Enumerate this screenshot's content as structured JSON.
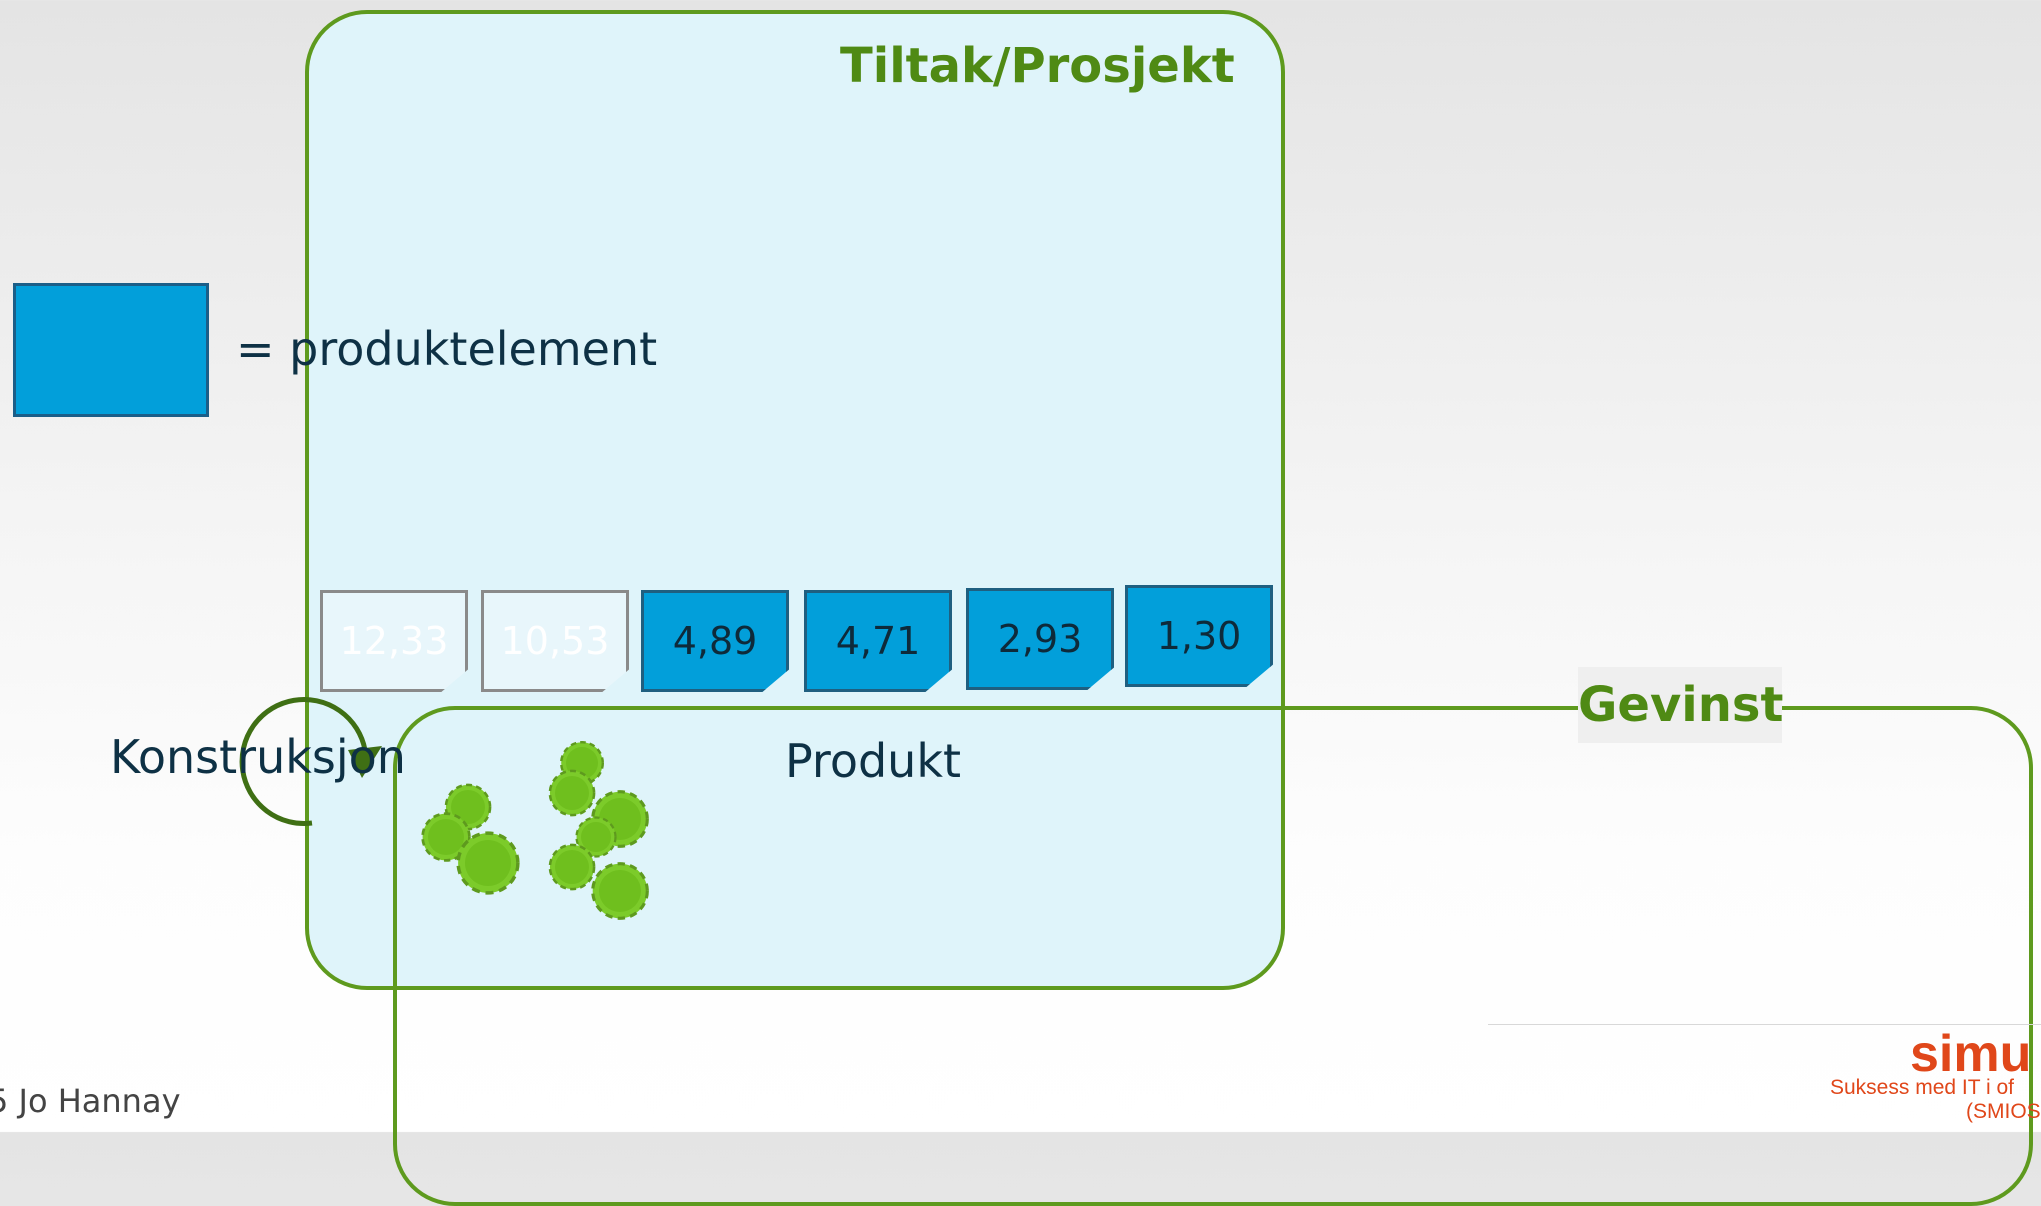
{
  "diagram": {
    "project_title": "Tiltak/Prosjekt",
    "legend_label": "= produktelement",
    "cards": [
      {
        "value": "12,33",
        "state": "ghost"
      },
      {
        "value": "10,53",
        "state": "ghost"
      },
      {
        "value": "4,89",
        "state": "active"
      },
      {
        "value": "4,71",
        "state": "active"
      },
      {
        "value": "2,93",
        "state": "active"
      },
      {
        "value": "1,30",
        "state": "active"
      }
    ],
    "construction_label": "Konstruksjon",
    "product_label": "Produkt",
    "benefit_label": "Gevinst"
  },
  "footer": {
    "author": "5 Jo Hannay",
    "logo": "simu",
    "tagline_line1": "Suksess med IT i of",
    "tagline_line2": "(SMIOS"
  },
  "colors": {
    "project_bg": "#dff4fa",
    "frame_green": "#5e9a1e",
    "card_blue": "#029fda",
    "gear_green": "#7ccb2a",
    "logo_orange": "#e0471a"
  },
  "icons": [
    "gear-icon",
    "cycle-arrow-icon"
  ]
}
